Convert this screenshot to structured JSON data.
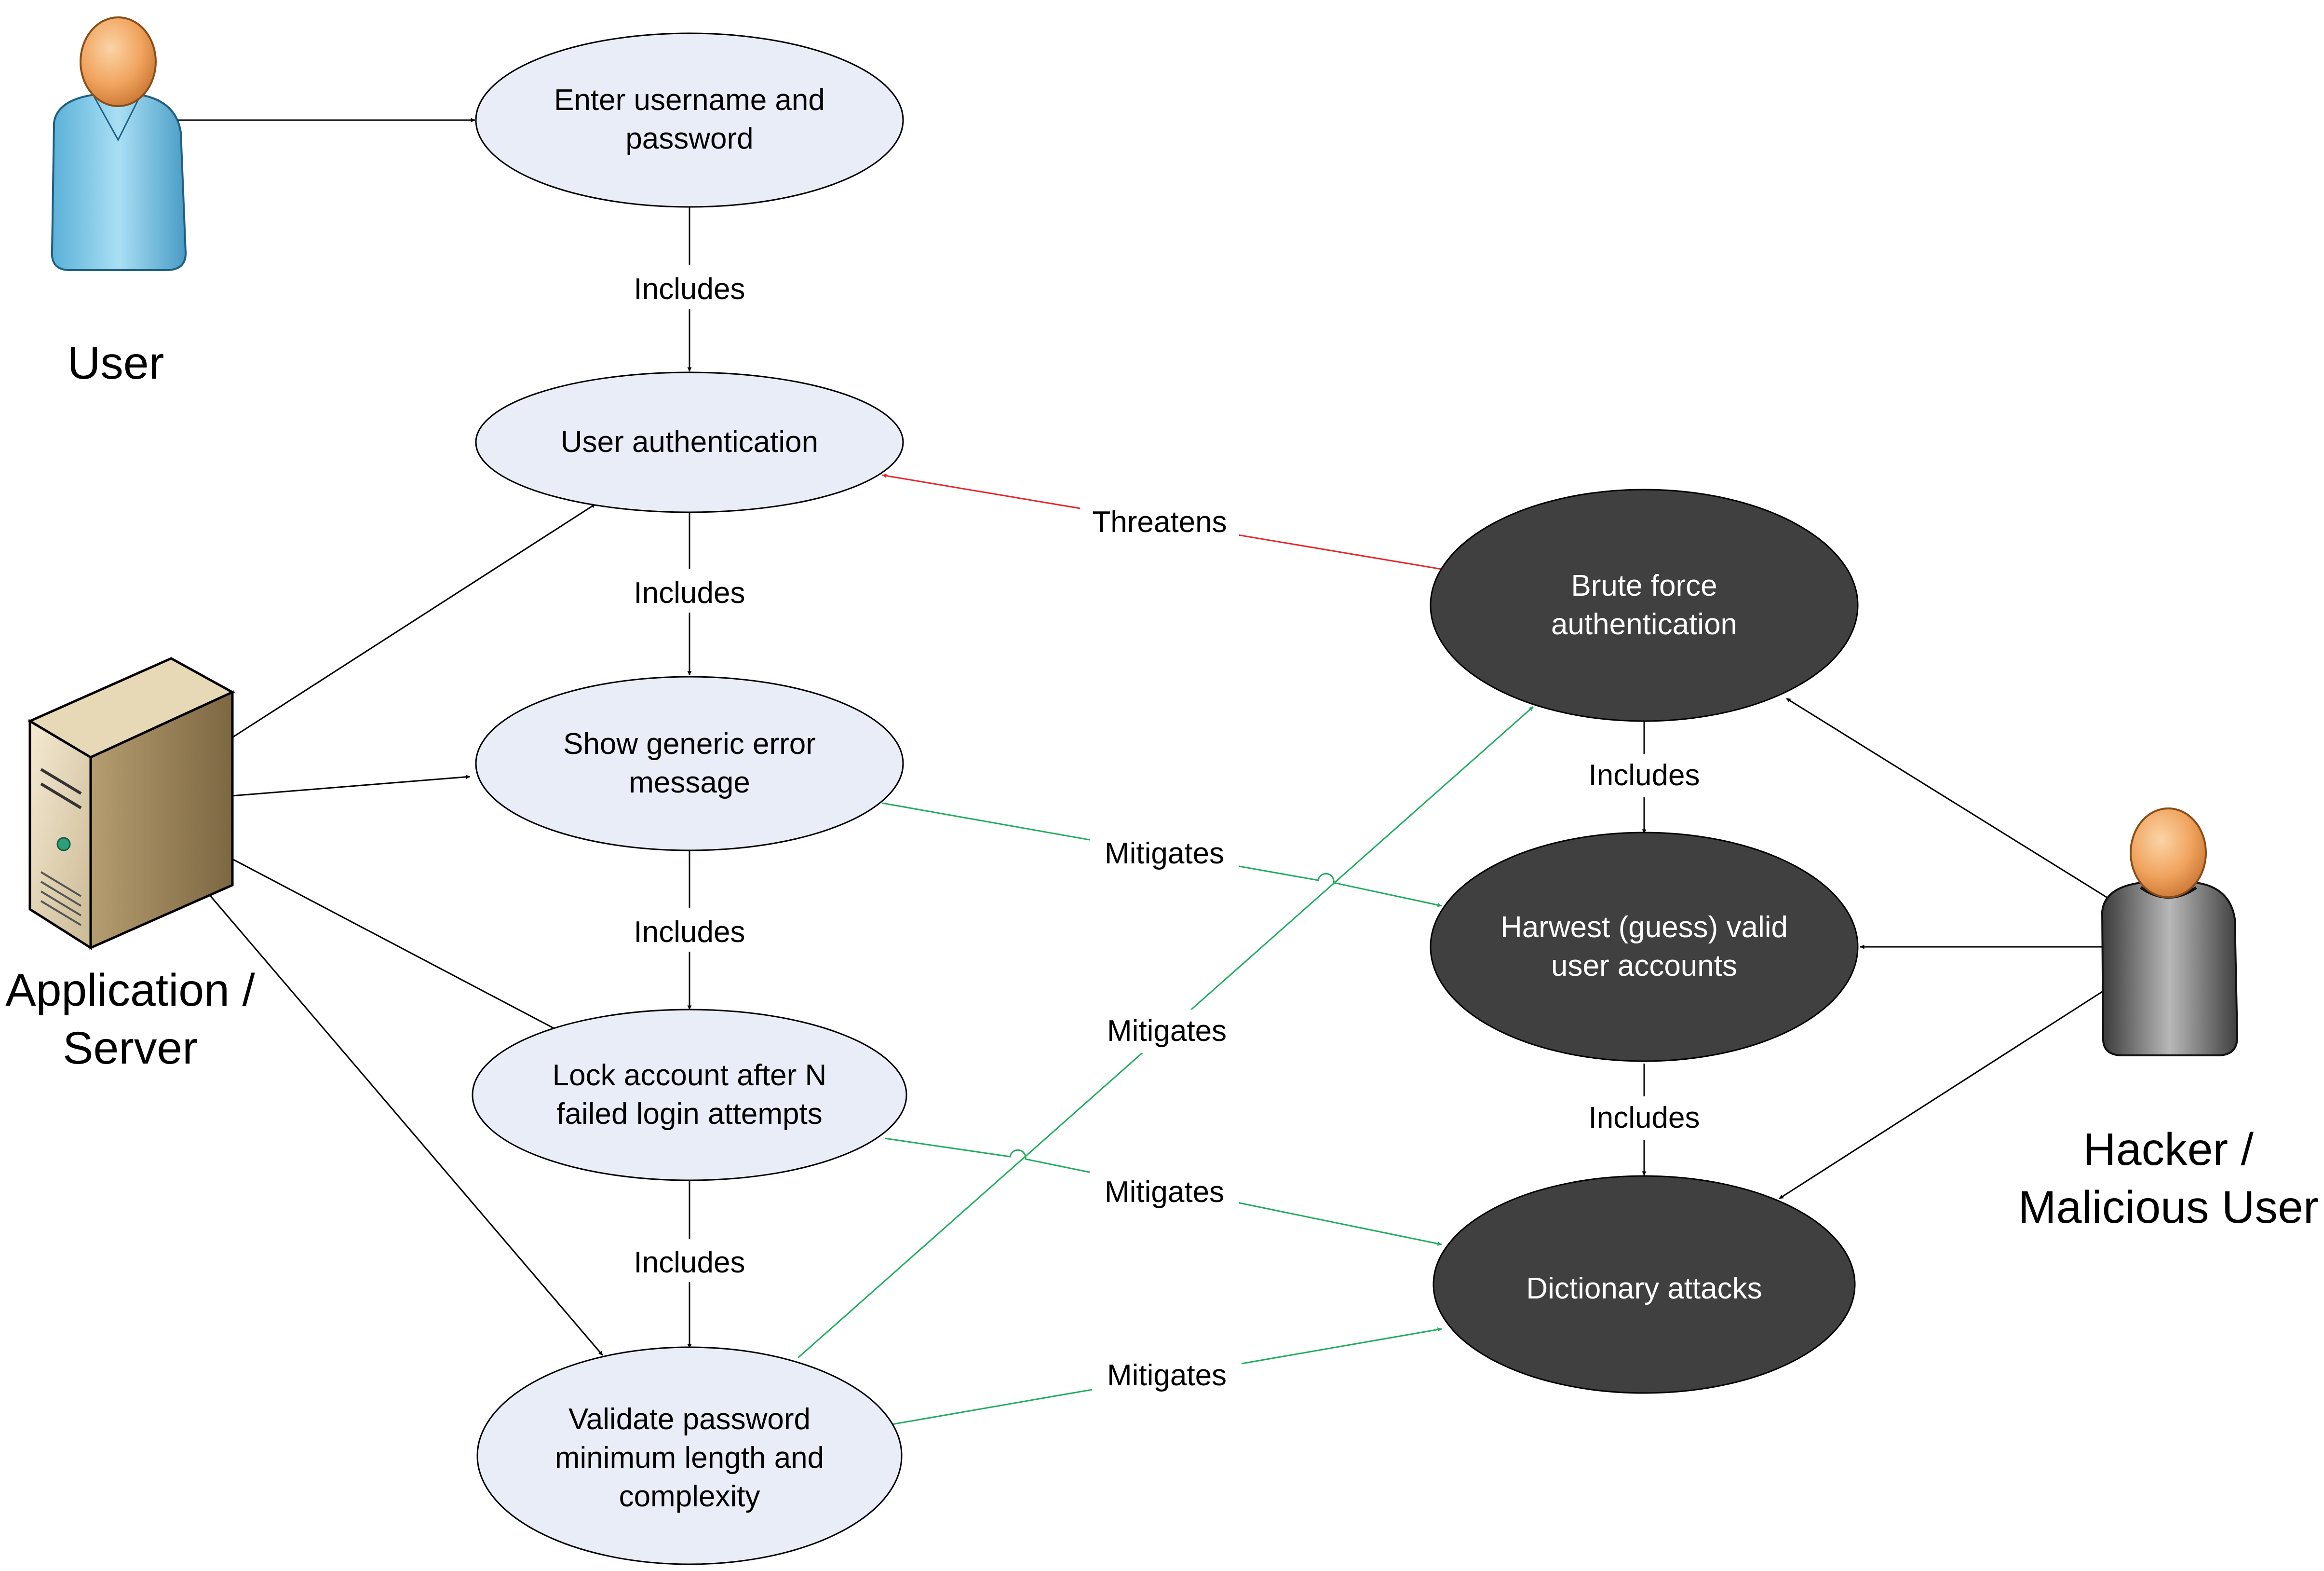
{
  "actors": {
    "user": {
      "lines": [
        "User"
      ]
    },
    "server": {
      "lines": [
        "Application /",
        "Server"
      ]
    },
    "hacker": {
      "lines": [
        "Hacker /",
        "Malicious User"
      ]
    }
  },
  "use_cases": {
    "enter_credentials": {
      "lines": [
        "Enter username and",
        "password"
      ]
    },
    "user_auth": {
      "lines": [
        "User authentication"
      ]
    },
    "generic_error": {
      "lines": [
        "Show generic error",
        "message"
      ]
    },
    "lock_account": {
      "lines": [
        "Lock account after N",
        "failed login attempts"
      ]
    },
    "validate_password": {
      "lines": [
        "Validate password",
        "minimum length and",
        "complexity"
      ]
    }
  },
  "misuse_cases": {
    "brute_force": {
      "lines": [
        "Brute force",
        "authentication"
      ]
    },
    "harvest": {
      "lines": [
        "Harwest (guess) valid",
        "user accounts"
      ]
    },
    "dictionary": {
      "lines": [
        "Dictionary attacks"
      ]
    }
  },
  "relations": {
    "includes": "Includes",
    "threatens": "Threatens",
    "mitigates": "Mitigates"
  },
  "colors": {
    "use_case_fill": "#e8edf7",
    "misuse_case_fill": "#404040",
    "threatens_line": "#e8262a",
    "mitigates_line": "#1fae5e",
    "association_line": "#000000"
  },
  "icons": {
    "user": "user-actor-icon",
    "server": "server-tower-icon",
    "hacker": "hacker-actor-icon"
  }
}
